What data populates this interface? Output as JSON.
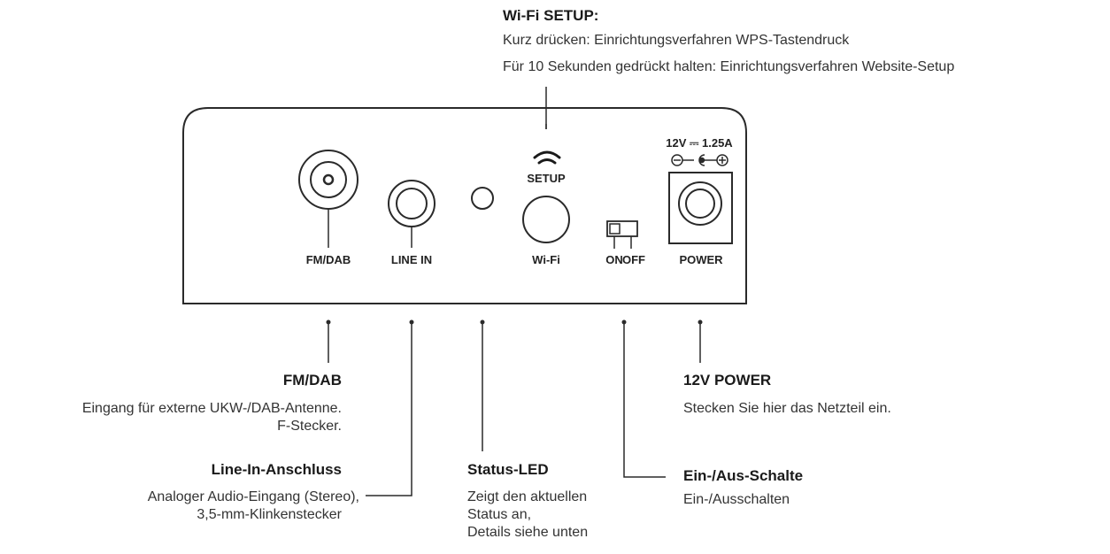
{
  "wifi_setup": {
    "title": "Wi-Fi SETUP:",
    "line1": "Kurz drücken: Einrichtungsverfahren WPS-Tastendruck",
    "line2": "Für 10 Sekunden gedrückt halten: Einrichtungsverfahren Website-Setup"
  },
  "panel": {
    "fm_dab": "FM/DAB",
    "line_in": "LINE IN",
    "setup": "SETUP",
    "wifi": "Wi-Fi",
    "on": "ON",
    "off": "OFF",
    "power_rating": "12V ⎓ 1.25A",
    "power": "POWER"
  },
  "callouts": {
    "fm_dab": {
      "title": "FM/DAB",
      "line1": "Eingang für externe UKW-/DAB-Antenne.",
      "line2": "F-Stecker."
    },
    "line_in": {
      "title": "Line-In-Anschluss",
      "line1": "Analoger Audio-Eingang (Stereo),",
      "line2": "3,5-mm-Klinkenstecker"
    },
    "status_led": {
      "title": "Status-LED",
      "line1": "Zeigt den aktuellen",
      "line2": "Status an,",
      "line3": "Details siehe unten"
    },
    "power_switch": {
      "title": "Ein-/Aus-Schalte",
      "line1": "Ein-/Ausschalten"
    },
    "power": {
      "title": "12V POWER",
      "line1": "Stecken Sie hier das Netzteil ein."
    }
  }
}
